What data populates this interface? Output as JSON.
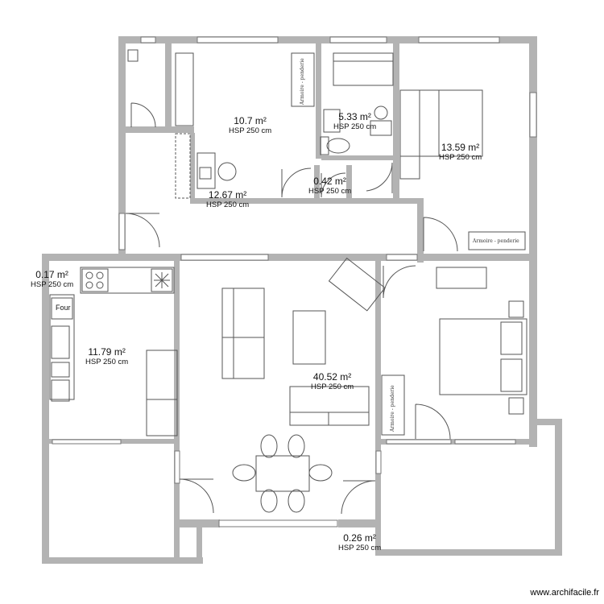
{
  "rooms": [
    {
      "area": "10.7 m²",
      "hsp": "HSP 250 cm"
    },
    {
      "area": "5.33 m²",
      "hsp": "HSP 250 cm"
    },
    {
      "area": "13.59 m²",
      "hsp": "HSP 250 cm"
    },
    {
      "area": "0.42 m²",
      "hsp": "HSP 250 cm"
    },
    {
      "area": "12.67 m²",
      "hsp": "HSP 250 cm"
    },
    {
      "area": "0.17 m²",
      "hsp": "HSP 250 cm"
    },
    {
      "area": "11.79 m²",
      "hsp": "HSP 250 cm"
    },
    {
      "area": "40.52 m²",
      "hsp": "HSP 250 cm"
    },
    {
      "area": "0.26 m²",
      "hsp": "HSP 250 cm"
    }
  ],
  "furniture": {
    "wardrobe_label": "Armoire - penderie",
    "wardrobe_label_2": "Armoire - penderie",
    "closet_label": "Armoire - penderie",
    "oven_label": "Four"
  },
  "credit": "www.archifacile.fr",
  "colors": {
    "wall": "#b3b3b3",
    "wall_light": "#c9c9c9",
    "line": "#555555"
  }
}
